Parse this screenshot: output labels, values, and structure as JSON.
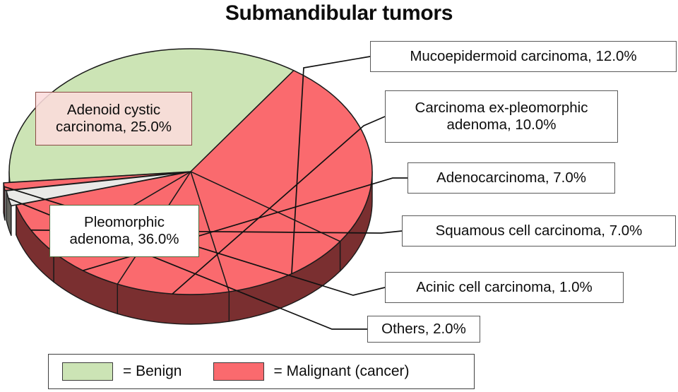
{
  "chart_data": {
    "type": "pie",
    "title": "Submandibular tumors",
    "xlabel": "",
    "ylabel": "",
    "unit": "%",
    "style": "3d-exploded-pie",
    "legend_position": "bottom",
    "grid": false,
    "categories": [
      "Pleomorphic adenoma",
      "Adenoid cystic carcinoma",
      "Mucoepidermoid carcinoma",
      "Carcinoma ex-pleomorphic adenoma",
      "Adenocarcinoma",
      "Squamous cell carcinoma",
      "Others",
      "Acinic cell carcinoma"
    ],
    "values": [
      36.0,
      25.0,
      12.0,
      10.0,
      7.0,
      7.0,
      2.0,
      1.0
    ],
    "slices": [
      {
        "label": "Pleomorphic adenoma",
        "value": 36.0,
        "display": "Pleomorphic adenoma, 36.0%",
        "group": "Benign",
        "color": "#cce4b5",
        "side_color": "#5f6b4c"
      },
      {
        "label": "Adenoid cystic carcinoma",
        "value": 25.0,
        "display": "Adenoid cystic carcinoma, 25.0%",
        "group": "Malignant",
        "color": "#fa6a6e",
        "side_color": "#7a2f30"
      },
      {
        "label": "Mucoepidermoid carcinoma",
        "value": 12.0,
        "display": "Mucoepidermoid carcinoma, 12.0%",
        "group": "Malignant",
        "color": "#fa6a6e",
        "side_color": "#7a2f30"
      },
      {
        "label": "Carcinoma ex-pleomorphic adenoma",
        "value": 10.0,
        "display": "Carcinoma ex-pleomorphic adenoma, 10.0%",
        "group": "Malignant",
        "color": "#fa6a6e",
        "side_color": "#7a2f30"
      },
      {
        "label": "Adenocarcinoma",
        "value": 7.0,
        "display": "Adenocarcinoma, 7.0%",
        "group": "Malignant",
        "color": "#fa6a6e",
        "side_color": "#7a2f30"
      },
      {
        "label": "Squamous cell carcinoma",
        "value": 7.0,
        "display": "Squamous cell carcinoma, 7.0%",
        "group": "Malignant",
        "color": "#fa6a6e",
        "side_color": "#7a2f30"
      },
      {
        "label": "Others",
        "value": 2.0,
        "display": "Others, 2.0%",
        "group": "Other",
        "color": "#e9e9e7",
        "side_color": "#64645e"
      },
      {
        "label": "Acinic cell carcinoma",
        "value": 1.0,
        "display": "Acinic cell carcinoma, 1.0%",
        "group": "Malignant",
        "color": "#fa6a6e",
        "side_color": "#7a2f30"
      }
    ]
  },
  "title": "Submandibular tumors",
  "callouts": {
    "mucoepidermoid": "Mucoepidermoid carcinoma, 12.0%",
    "carcinoma_ex": "Carcinoma ex-pleomorphic adenoma, 10.0%",
    "adenocarcinoma": "Adenocarcinoma, 7.0%",
    "squamous": "Squamous cell carcinoma, 7.0%",
    "acinic": "Acinic cell carcinoma, 1.0%",
    "others": "Others, 2.0%",
    "adenoid": "Adenoid cystic carcinoma, 25.0%",
    "pleomorphic": "Pleomorphic adenoma, 36.0%"
  },
  "legend": {
    "benign_label": "= Benign",
    "malignant_label": "= Malignant (cancer)",
    "benign_color": "#cce4b5",
    "malignant_color": "#fa6a6e"
  }
}
